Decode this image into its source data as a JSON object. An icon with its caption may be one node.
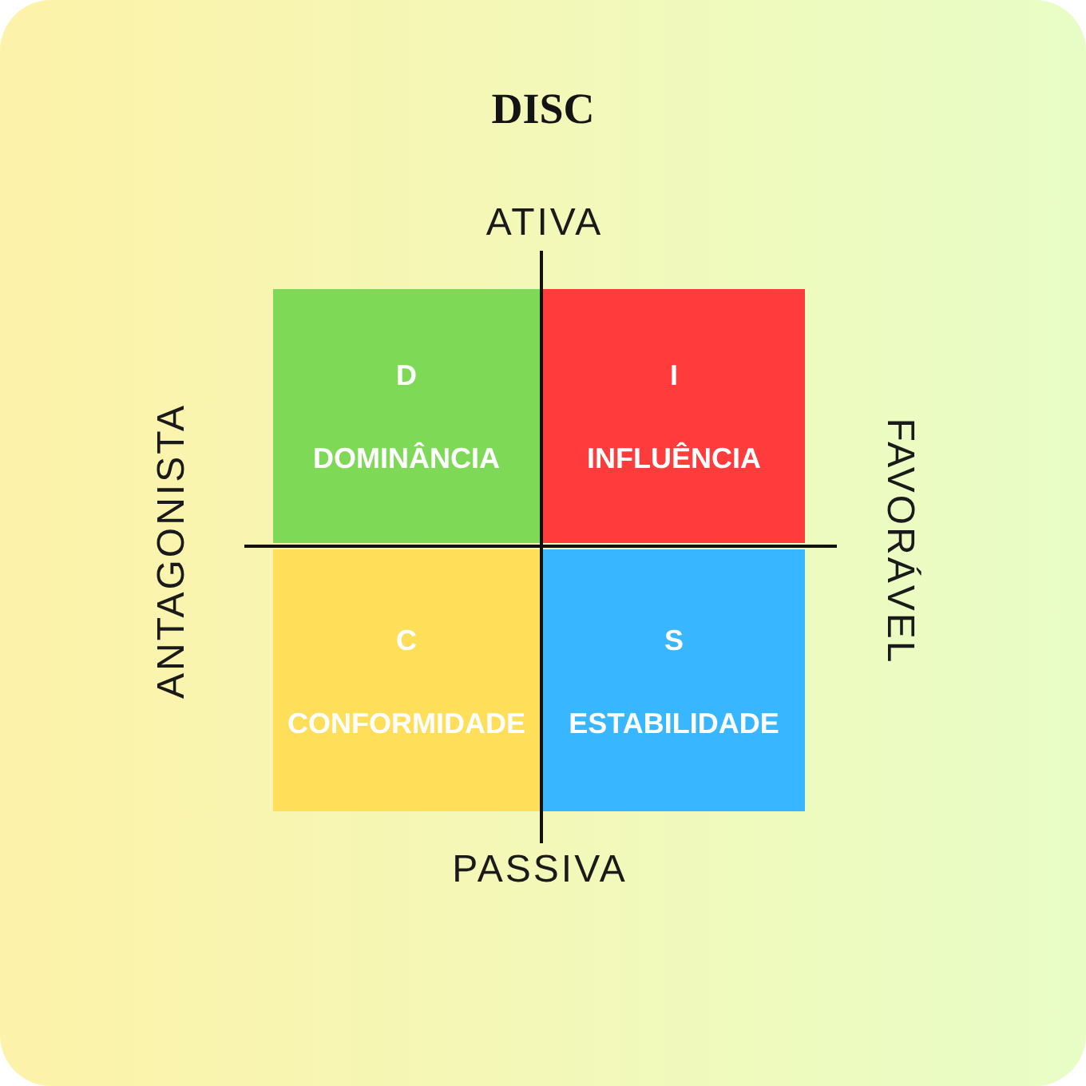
{
  "diagram": {
    "title": "DISC",
    "nodes": [
      {
        "text": [
          "D",
          "DOMINÂNCIA"
        ]
      },
      {
        "text": [
          "I",
          "INFLUÊNCIA"
        ]
      },
      {
        "text": [
          "C",
          "CONFORMIDADE"
        ]
      },
      {
        "text": [
          "S",
          "ESTABILIDADE"
        ]
      }
    ],
    "labels": [
      "ATIVA",
      "ANTAGONISTA",
      "FAVORÁVEL",
      "PASSIVA"
    ]
  }
}
